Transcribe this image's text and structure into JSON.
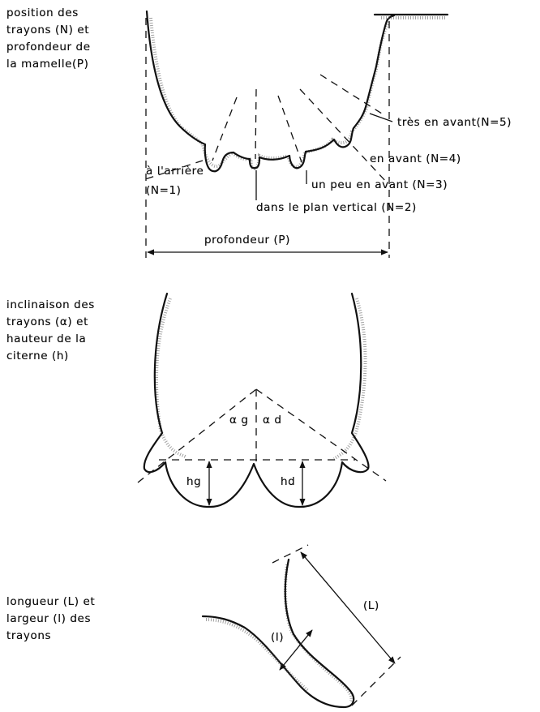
{
  "panel1": {
    "caption": [
      "position des",
      "trayons (N) et",
      "profondeur de",
      "la mamelle(P)"
    ],
    "labels": {
      "n5": "très en avant(N=5)",
      "n4": "en avant (N=4)",
      "n3": "un peu en avant (N=3)",
      "n1a": "à l'arrière",
      "n1b": "(N=1)",
      "n2": "dans le plan vertical (N=2)",
      "depth": "profondeur (P)"
    }
  },
  "panel2": {
    "caption": [
      "inclinaison des",
      "trayons (α) et",
      "hauteur de la",
      "citerne (h)"
    ],
    "labels": {
      "ag": "α g",
      "ad": "α d",
      "hg": "hg",
      "hd": "hd"
    }
  },
  "panel3": {
    "caption": [
      "longueur (L) et",
      "largeur (l) des",
      "trayons"
    ],
    "labels": {
      "L": "(L)",
      "l": "(l)"
    }
  }
}
